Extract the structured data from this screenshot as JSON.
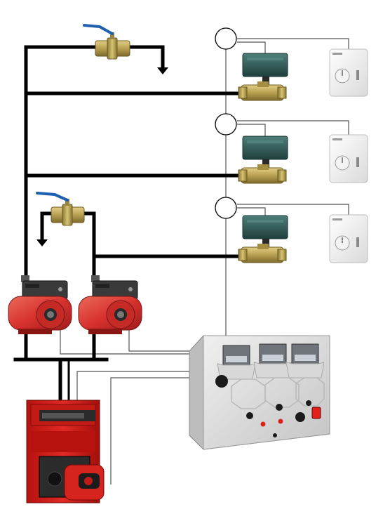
{
  "diagram": {
    "components": {
      "ball_valves": 2,
      "zone_valves": 3,
      "room_thermostats": 3,
      "circulation_pumps": 2,
      "boiler": 1,
      "control_panel": {
        "displays": 3,
        "indicator_lamps": 3,
        "knobs": 3,
        "power_switch": 1
      }
    },
    "colors": {
      "pipe": "#000000",
      "signal_wire": "#555555",
      "pump_red": "#d8322f",
      "boiler_red": "#d4201c",
      "valve_brass": "#b8a052",
      "actuator": "#2e5b57",
      "panel_grey": "#dcdcdc",
      "valve_handle": "#1f5fb0",
      "lamp_red": "#e0201a"
    }
  }
}
